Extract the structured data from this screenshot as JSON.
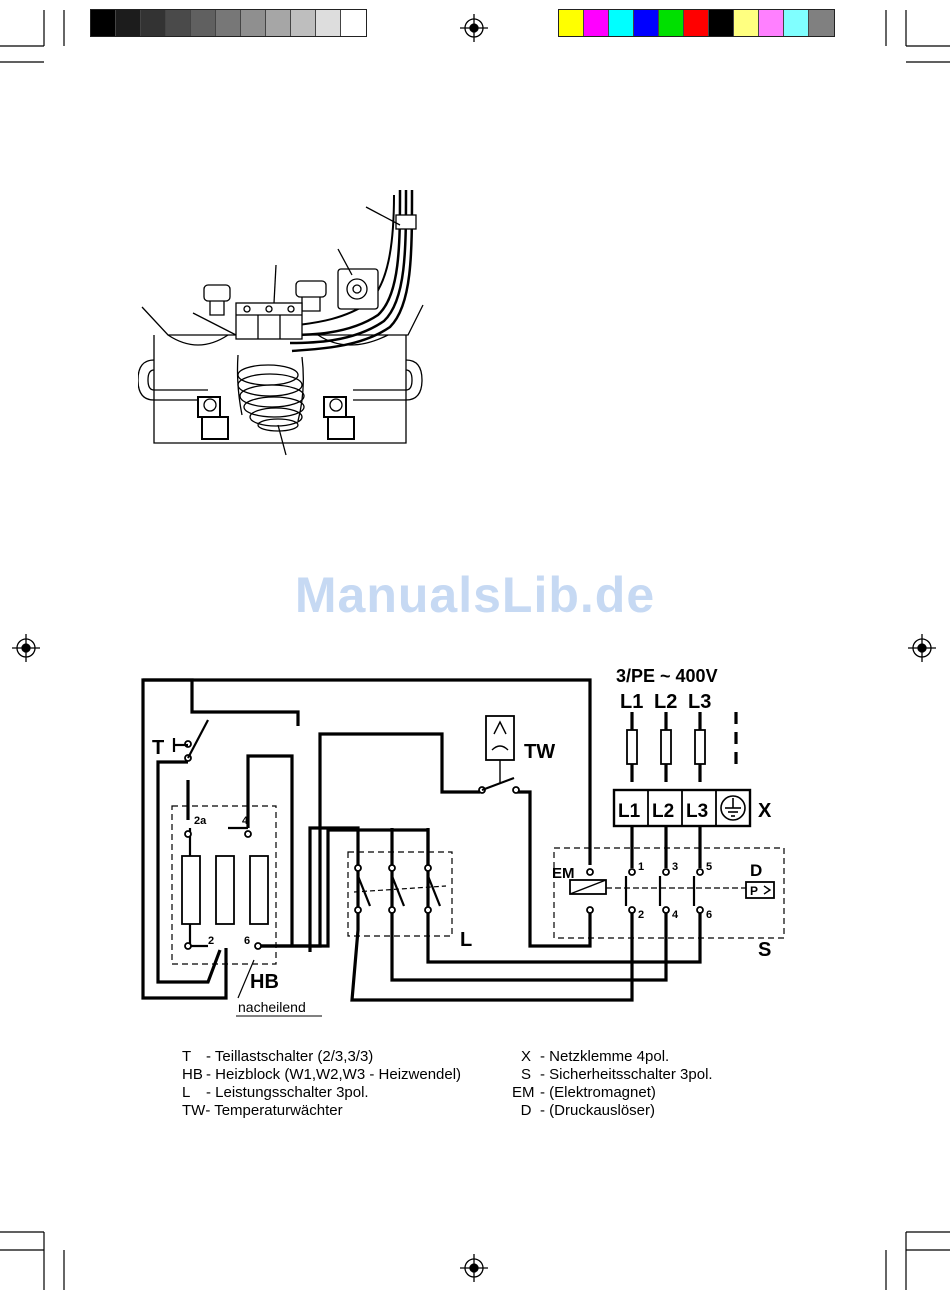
{
  "colorbars": {
    "left": [
      "#000000",
      "#1c1c1c",
      "#333333",
      "#4a4a4a",
      "#606060",
      "#777777",
      "#8f8f8f",
      "#a6a6a6",
      "#bebebe",
      "#dddddd",
      "#ffffff"
    ],
    "right": [
      "#ffff00",
      "#ff00ff",
      "#00ffff",
      "#0000ff",
      "#00e000",
      "#ff0000",
      "#000000",
      "#ffff80",
      "#ff80ff",
      "#80ffff",
      "#808080"
    ]
  },
  "watermark": "ManualsLib.de",
  "diagram": {
    "supply": "3/PE ~ 400V",
    "phases": [
      "L1",
      "L2",
      "L3"
    ],
    "terminal_labels": [
      "L1",
      "L2",
      "L3"
    ],
    "labels": {
      "T": "T",
      "TW": "TW",
      "X": "X",
      "EM": "EM",
      "D": "D",
      "L": "L",
      "S": "S",
      "HB": "HB",
      "nacheilend": "nacheilend",
      "P": "P"
    },
    "heater_terminals": [
      "2a",
      "4",
      "2",
      "6"
    ],
    "safety_terminals": [
      "1",
      "3",
      "5",
      "2",
      "4",
      "6"
    ]
  },
  "legend": {
    "left": [
      {
        "code": "T",
        "text": "- Teillastschalter (2/3,3/3)"
      },
      {
        "code": "HB",
        "text": "- Heizblock (W1,W2,W3 - Heizwendel)"
      },
      {
        "code": "L",
        "text": "- Leistungsschalter 3pol."
      },
      {
        "code": "TW",
        "text": "- Temperaturwächter"
      }
    ],
    "right": [
      {
        "code": "X",
        "text": "- Netzklemme 4pol."
      },
      {
        "code": "S",
        "text": "- Sicherheitsschalter 3pol."
      },
      {
        "code": "EM",
        "text": "- (Elektromagnet)"
      },
      {
        "code": "D",
        "text": "- (Druckauslöser)"
      }
    ]
  }
}
